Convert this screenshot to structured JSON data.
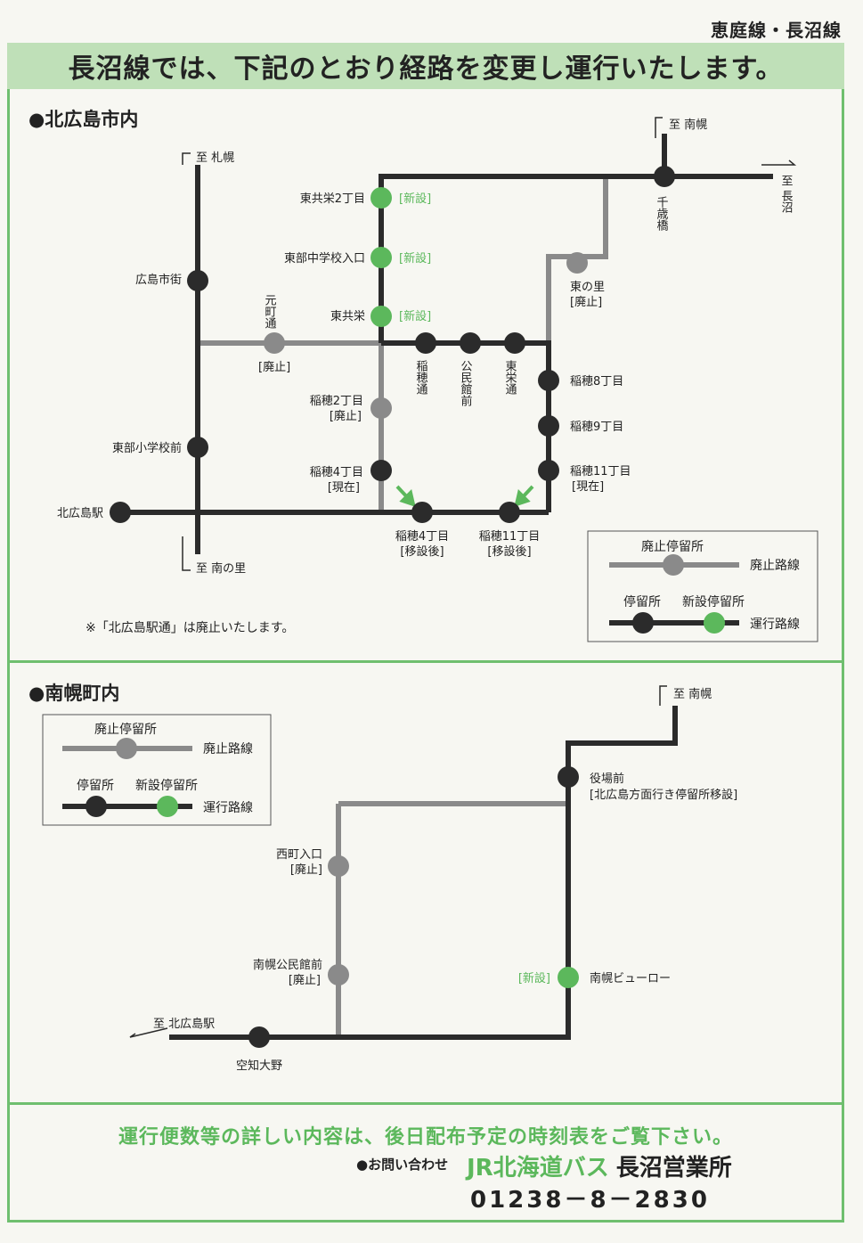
{
  "header": {
    "route_tag": "恵庭線・長沼線",
    "banner": "長沼線では、下記のとおり経路を変更し運行いたします。"
  },
  "colors": {
    "accent": "#6fbf6f",
    "route": "#2b2b2b",
    "abolished": "#8a8a8a",
    "new_stop": "#5cb85c"
  },
  "kitahiroshima": {
    "title": "●北広島市内",
    "note": "※「北広島駅通」は廃止いたします。",
    "directions": {
      "sapporo": "至 札幌",
      "nanporo": "至 南幌",
      "naganuma": "至 長沼",
      "minaminosato": "至 南の里"
    },
    "stops": {
      "higashikyoei2": "東共栄2丁目",
      "tobu_chugakko": "東部中学校入口",
      "higashikyoei": "東共栄",
      "shinsetsu": "[新設]",
      "hiroshima_shigai": "広島市街",
      "motomachi": "元町通",
      "haishi": "[廃止]",
      "inaho_dori": "稲穂通",
      "kominkan": "公民館前",
      "toei_dori": "東栄通",
      "higashinosato": "東の里",
      "inaho8": "稲穂8丁目",
      "inaho9": "稲穂9丁目",
      "inaho11": "稲穂11丁目",
      "genzai": "[現在]",
      "inaho2": "稲穂2丁目",
      "inaho4": "稲穂4丁目",
      "tobu_shogakko": "東部小学校前",
      "kitahiroshima_eki": "北広島駅",
      "inaho4_new": "稲穂4丁目",
      "inaho11_new": "稲穂11丁目",
      "isetsugo": "[移設後]",
      "chitosebashi": "千歳橋"
    }
  },
  "nanporo": {
    "title": "●南幌町内",
    "directions": {
      "nanporo": "至 南幌",
      "kitahiroshima_eki": "至 北広島駅"
    },
    "stops": {
      "yakubamae": "役場前",
      "yakuba_note": "[北広島方面行き停留所移設]",
      "nishimachi": "西町入口",
      "haishi": "[廃止]",
      "kominkan": "南幌公民館前",
      "shinsetsu": "[新設]",
      "viewlo": "南幌ビューロー",
      "sorachi": "空知大野"
    }
  },
  "legend": {
    "abolished_stop": "廃止停留所",
    "abolished_route": "廃止路線",
    "stop": "停留所",
    "new_stop": "新設停留所",
    "route": "運行路線"
  },
  "footer": {
    "message": "運行便数等の詳しい内容は、後日配布予定の時刻表をご覧下さい。",
    "contact_label": "●お問い合わせ",
    "company": "JR北海道バス",
    "office": "長沼営業所",
    "phone": "01238－8－2830"
  }
}
